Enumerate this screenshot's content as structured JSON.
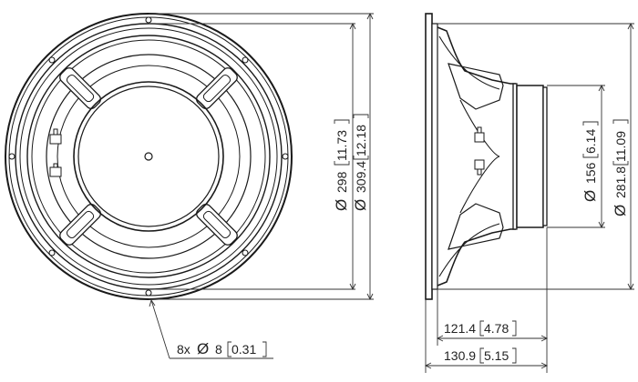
{
  "front_view": {
    "dim_inner": {
      "symbol": "Ø",
      "mm": "298",
      "inch": "11.73"
    },
    "dim_outer": {
      "symbol": "Ø",
      "mm": "309.4",
      "inch": "12.18"
    },
    "holes": {
      "count": "8x",
      "symbol": "Ø",
      "mm": "8",
      "inch": "0.31"
    }
  },
  "side_view": {
    "dim_magnet": {
      "symbol": "Ø",
      "mm": "156",
      "inch": "6.14"
    },
    "dim_mount": {
      "symbol": "Ø",
      "mm": "281.8",
      "inch": "11.09"
    },
    "depth_short": {
      "mm": "121.4",
      "inch": "4.78"
    },
    "depth_total": {
      "mm": "130.9",
      "inch": "5.15"
    }
  },
  "colors": {
    "line": "#1a1a1a",
    "dimension": "#333333"
  }
}
